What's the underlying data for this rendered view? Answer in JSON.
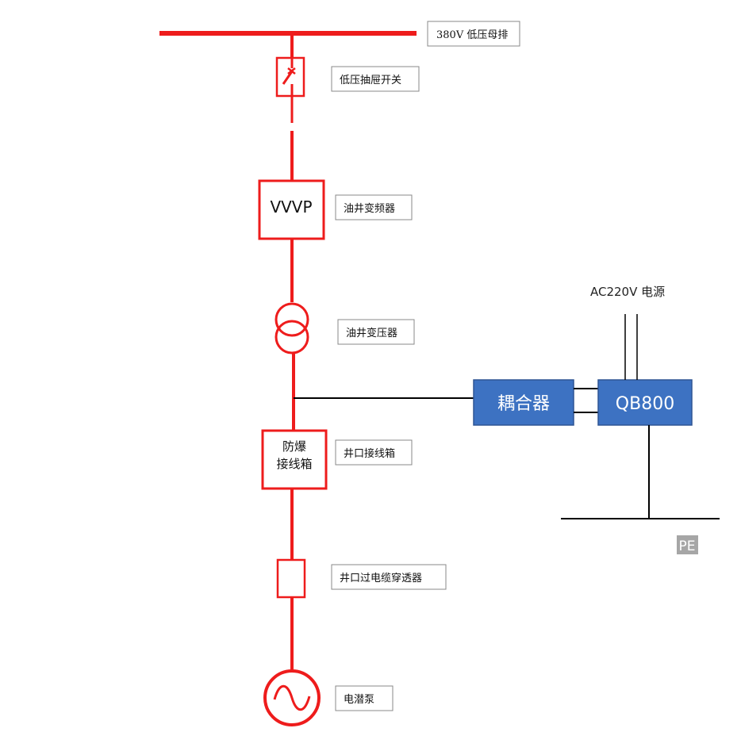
{
  "colors": {
    "line_red": "#ee1c1c",
    "block_blue": "#3d72c2",
    "block_border": "#2e5594",
    "pe_bg": "#a6a6a6"
  },
  "labels": {
    "busbar": "380V 低压母排",
    "switch": "低压抽屉开关",
    "vfd": "油井变频器",
    "transformer": "油井变压器",
    "junction": "井口接线箱",
    "penetrator": "井口过电缆穿透器",
    "pump": "电潜泵"
  },
  "blocks": {
    "vvvp": "VVVP",
    "junction_line1": "防爆",
    "junction_line2": "接线箱",
    "coupler": "耦合器",
    "qb800": "QB800"
  },
  "power_label": "AC220V 电源",
  "pe_label": "PE"
}
